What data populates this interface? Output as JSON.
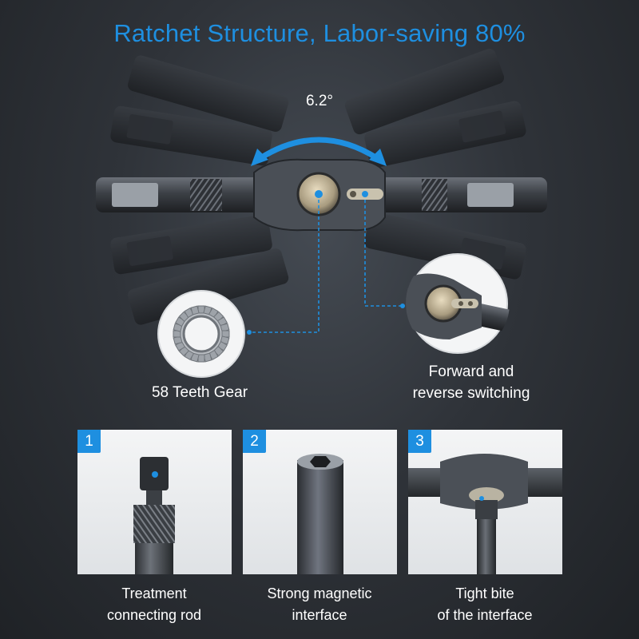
{
  "title": "Ratchet Structure, Labor-saving 80%",
  "angle": "6.2°",
  "features": {
    "gear_caption": "58 Teeth Gear",
    "switch_caption_line1": "Forward and",
    "switch_caption_line2": "reverse switching"
  },
  "panels": [
    {
      "number": "1",
      "caption_line1": "Treatment",
      "caption_line2": "connecting rod"
    },
    {
      "number": "2",
      "caption_line1": "Strong magnetic",
      "caption_line2": "interface"
    },
    {
      "number": "3",
      "caption_line1": "Tight bite",
      "caption_line2": "of the interface"
    }
  ],
  "colors": {
    "accent": "#1e8fe0",
    "background": "#2f3339",
    "text": "#ffffff",
    "panel": "#eceef0"
  },
  "icons": [
    "rotation-arrow-icon",
    "gear-icon"
  ]
}
